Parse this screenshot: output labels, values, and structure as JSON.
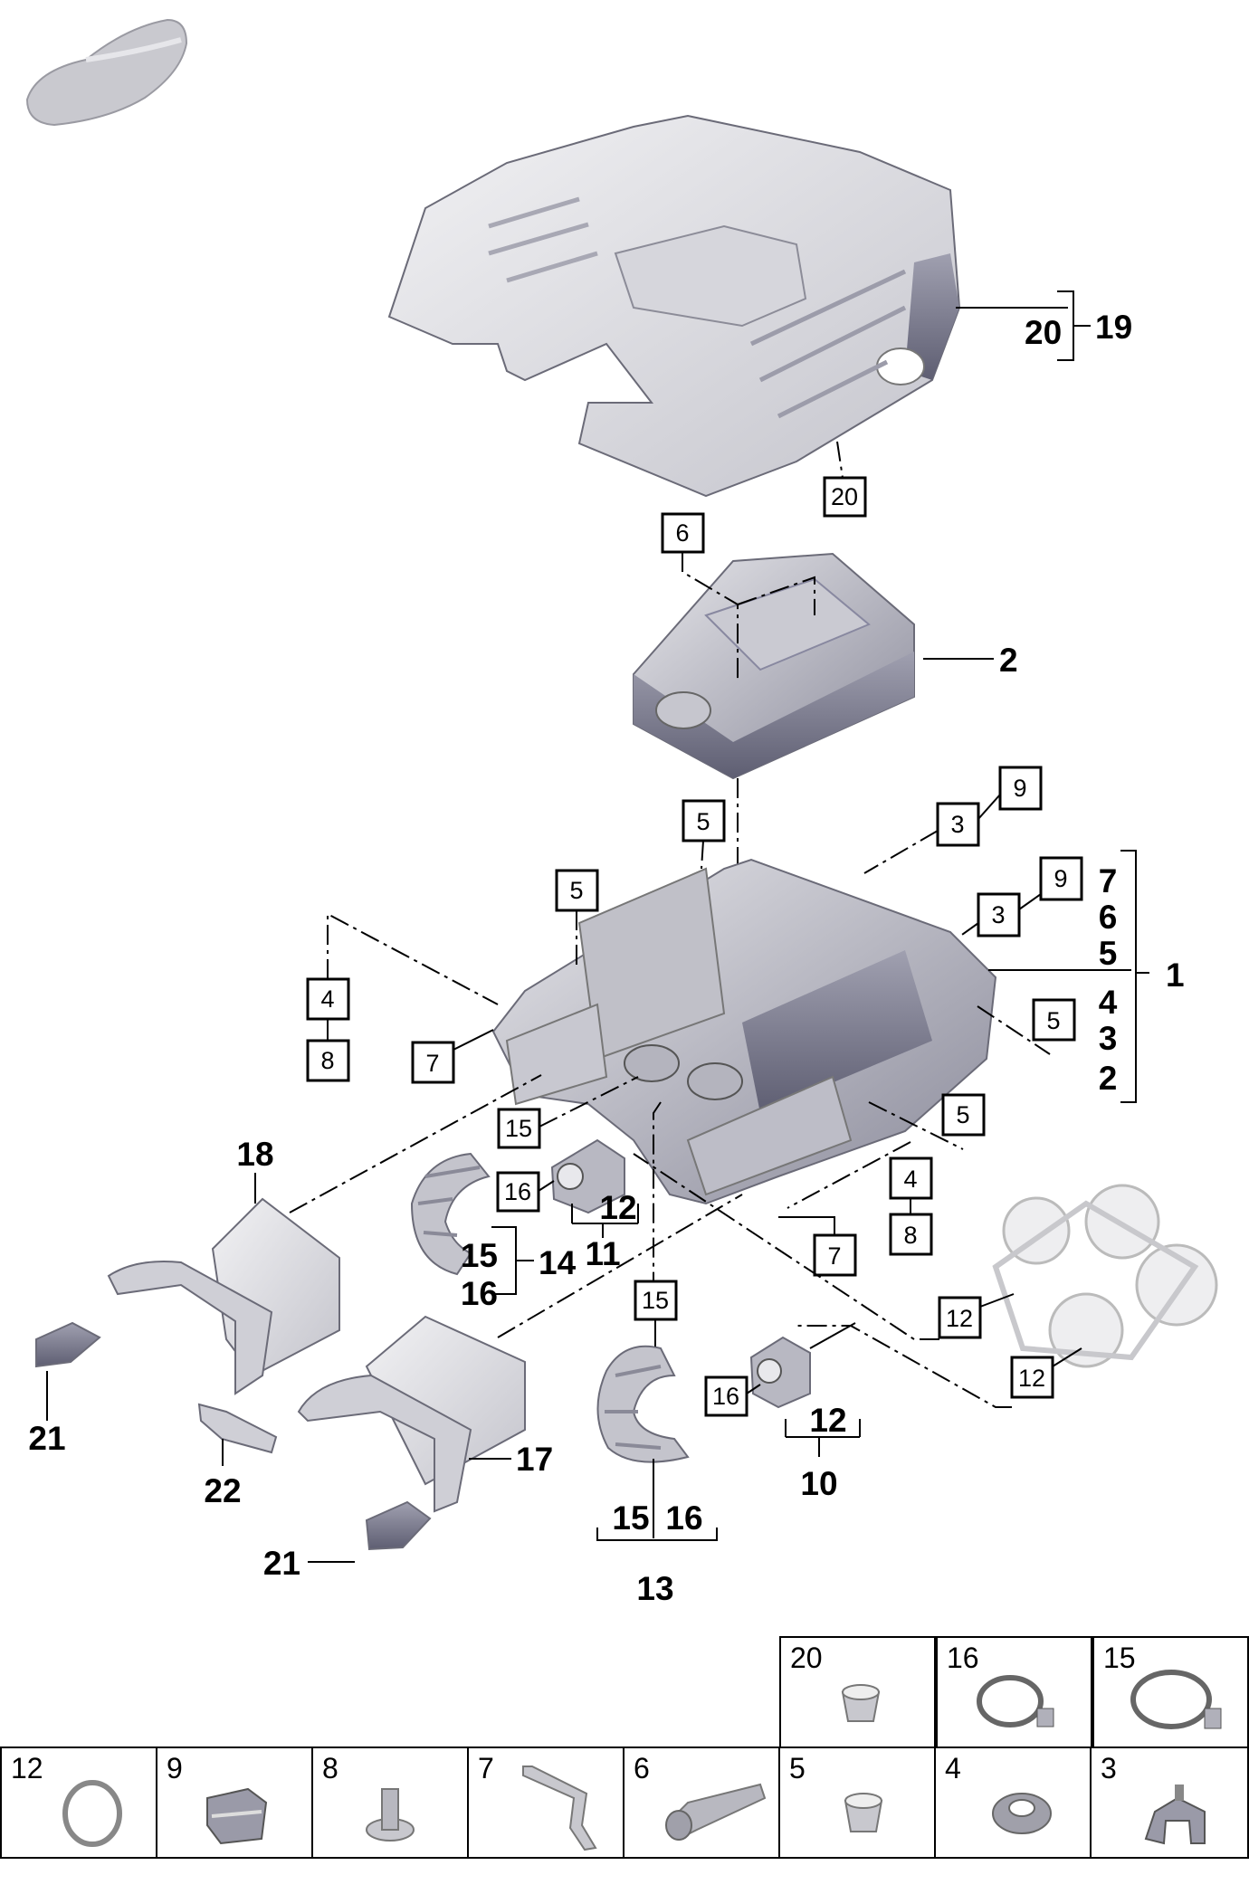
{
  "callouts_bold": [
    "20",
    "19",
    "2",
    "1",
    "7",
    "6",
    "5",
    "4",
    "3",
    "2",
    "18",
    "15",
    "14",
    "16",
    "12",
    "11",
    "21",
    "22",
    "17",
    "15",
    "16",
    "13",
    "12",
    "10",
    "21"
  ],
  "callouts_boxed": [
    "20",
    "6",
    "9",
    "3",
    "9",
    "3",
    "5",
    "5",
    "5",
    "4",
    "8",
    "7",
    "5",
    "15",
    "16",
    "4",
    "8",
    "7",
    "12",
    "12",
    "15",
    "16"
  ],
  "legend": {
    "top_row": [
      {
        "num": "20",
        "icon": "grommet-icon"
      },
      {
        "num": "16",
        "icon": "hose-clamp-icon"
      },
      {
        "num": "15",
        "icon": "hose-clamp-icon"
      }
    ],
    "bottom_row": [
      {
        "num": "12",
        "icon": "seal-ring-icon"
      },
      {
        "num": "9",
        "icon": "clip-icon"
      },
      {
        "num": "8",
        "icon": "expansion-rivet-icon"
      },
      {
        "num": "7",
        "icon": "bracket-icon"
      },
      {
        "num": "6",
        "icon": "bolt-icon"
      },
      {
        "num": "5",
        "icon": "grommet-icon"
      },
      {
        "num": "4",
        "icon": "rubber-bushing-icon"
      },
      {
        "num": "3",
        "icon": "retainer-icon"
      }
    ]
  },
  "colors": {
    "part_fill": "#d9d9dd",
    "part_shade": "#9a9aa8",
    "line": "#000000"
  }
}
